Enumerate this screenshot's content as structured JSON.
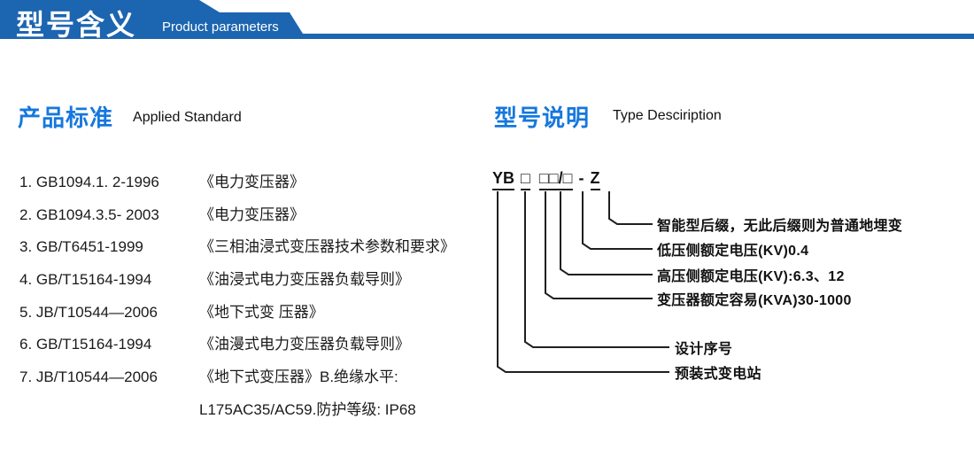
{
  "header": {
    "title_cn": "型号含义",
    "title_en": "Product parameters"
  },
  "left": {
    "heading_cn": "产品标准",
    "heading_en": "Applied Standard",
    "standards": [
      {
        "code": "1. GB1094.1. 2-1996",
        "name": "《电力变压器》"
      },
      {
        "code": "2. GB1094.3.5- 2003",
        "name": "《电力变压器》"
      },
      {
        "code": "3. GB/T6451-1999",
        "name": "《三相油浸式变压器技术参数和要求》"
      },
      {
        "code": "4. GB/T15164-1994",
        "name": "《油浸式电力变压器负载导则》"
      },
      {
        "code": "5. JB/T10544—2006",
        "name": "《地下式变 压器》"
      },
      {
        "code": "6. GB/T15164-1994",
        "name": "《油漫式电力变压器负载导则》"
      },
      {
        "code": "7. JB/T10544—2006",
        "name": "《地下式变压器》B.绝缘水平:"
      }
    ],
    "continuation": "L175AC35/AC59.防护等级: IP68"
  },
  "right": {
    "heading_cn": "型号说明",
    "heading_en": "Type Desciription",
    "model_code": {
      "prefix": "YB",
      "box1": "□",
      "box2": "□□/□",
      "dash": "-",
      "suffix": "Z"
    },
    "labels": [
      {
        "text": "智能型后缀，无此后缀则为普通地埋变"
      },
      {
        "text": "低压侧额定电压(KV)0.4"
      },
      {
        "text": "高压侧额定电压(KV):6.3、12"
      },
      {
        "text": "变压器额定容易(KVA)30-1000"
      },
      {
        "text": "设计序号"
      },
      {
        "text": "预装式变电站"
      }
    ]
  },
  "colors": {
    "banner_blue": "#1c65b0",
    "heading_blue": "#1577dd",
    "text_dark": "#1a1a1a",
    "line_dark": "#1f1f1f"
  }
}
